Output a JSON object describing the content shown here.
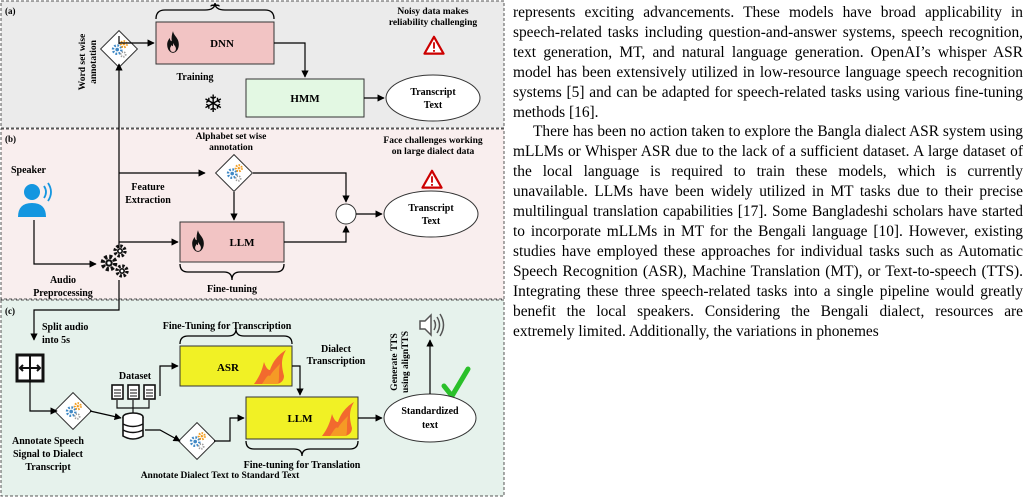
{
  "figure": {
    "panel_a": {
      "tag": "(a)",
      "dnn": "DNN",
      "hmm": "HMM",
      "training": "Training",
      "transcript_lines": [
        "Transcript",
        "Text"
      ],
      "annotation_lines": [
        "Word set wise",
        "annotation"
      ],
      "warning_lines": [
        "Noisy data makes",
        "reliability challenging"
      ]
    },
    "panel_b": {
      "tag": "(b)",
      "speaker": "Speaker",
      "alphabet_lines": [
        "Alphabet set wise",
        "annotation"
      ],
      "feature_lines": [
        "Feature",
        "Extraction"
      ],
      "llm": "LLM",
      "finetuning": "Fine-tuning",
      "audio_lines": [
        "Audio",
        "Preprocessing"
      ],
      "transcript_lines": [
        "Transcript",
        "Text"
      ],
      "warning_lines": [
        "Face challenges working",
        "on large dialect data"
      ]
    },
    "panel_c": {
      "tag": "(c)",
      "split_lines": [
        "Split audio",
        "into 5s"
      ],
      "ft_transcription": "Fine-Tuning for Transcription",
      "dataset": "Dataset",
      "asr": "ASR",
      "dialect_lines": [
        "Dialect",
        "Transcription"
      ],
      "tts_lines": [
        "Generate TTS",
        "using alignTTS"
      ],
      "llm": "LLM",
      "standardized_lines": [
        "Standardized",
        "text"
      ],
      "annotate_speech_lines": [
        "Annotate Speech",
        "Signal to Dialect",
        "Transcript"
      ],
      "ft_translation": "Fine-tuning for Translation",
      "annotate_dialect": "Annotate Dialect Text to Standard Text"
    }
  },
  "paragraphs": [
    "represents exciting advancements. These models have broad applicability in speech-related tasks including question-and-answer systems, speech recognition, text generation, MT, and natural language generation. OpenAI’s whisper ASR model has been extensively utilized in low-resource language speech recognition systems [5] and can be adapted for speech-related tasks using various fine-tuning methods [16].",
    "There has been no action taken to explore the Bangla dialect ASR system using mLLMs or Whisper ASR due to the lack of a sufficient dataset. A large dataset of the local language is required to train these models, which is currently unavailable. LLMs have been widely utilized in MT tasks due to their precise multilingual translation capabilities [17]. Some Bangladeshi scholars have started to incorporate mLLMs in MT for the Bengali language [10]. However, existing studies have employed these approaches for individual tasks such as Automatic Speech Recognition (ASR), Machine Translation (MT), or Text-to-speech (TTS). Integrating these three speech-related tasks into a single pipeline would greatly benefit the local speakers. Considering the Bengali dialect, resources are extremely limited. Additionally, the variations in phonemes"
  ],
  "colors": {
    "panel_a_bg": "#ebebeb",
    "panel_b_bg": "#f9eeee",
    "panel_c_bg": "#e6f2ec",
    "dnn_fill": "#f2c4c4",
    "hmm_fill": "#e3f8e3",
    "asr_llm_fill": "#f1f125",
    "speaker_blue": "#1496e0",
    "warning_red": "#cc0000",
    "check_green": "#2ac02a",
    "flame_orange": "#f26a2e"
  }
}
